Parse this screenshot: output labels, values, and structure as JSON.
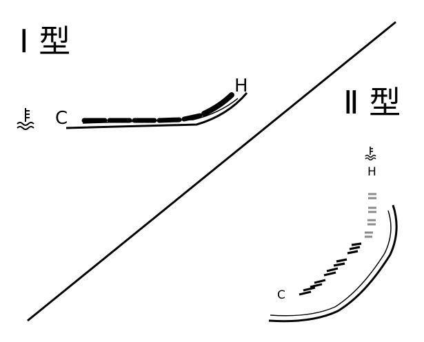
{
  "type1": {
    "title": "Ⅰ 型",
    "cold_label": "C",
    "hot_label": "H",
    "icon": "coolant-temperature-icon",
    "segments": {
      "total": 6,
      "active": 6
    }
  },
  "type2": {
    "title": "Ⅱ 型",
    "cold_label": "C",
    "hot_label": "H",
    "icon": "coolant-temperature-icon",
    "segments": {
      "total": 9,
      "active": 5
    }
  },
  "colors": {
    "ink": "#000000",
    "inactive_segment": "#8a8a8a",
    "background": "#ffffff"
  }
}
